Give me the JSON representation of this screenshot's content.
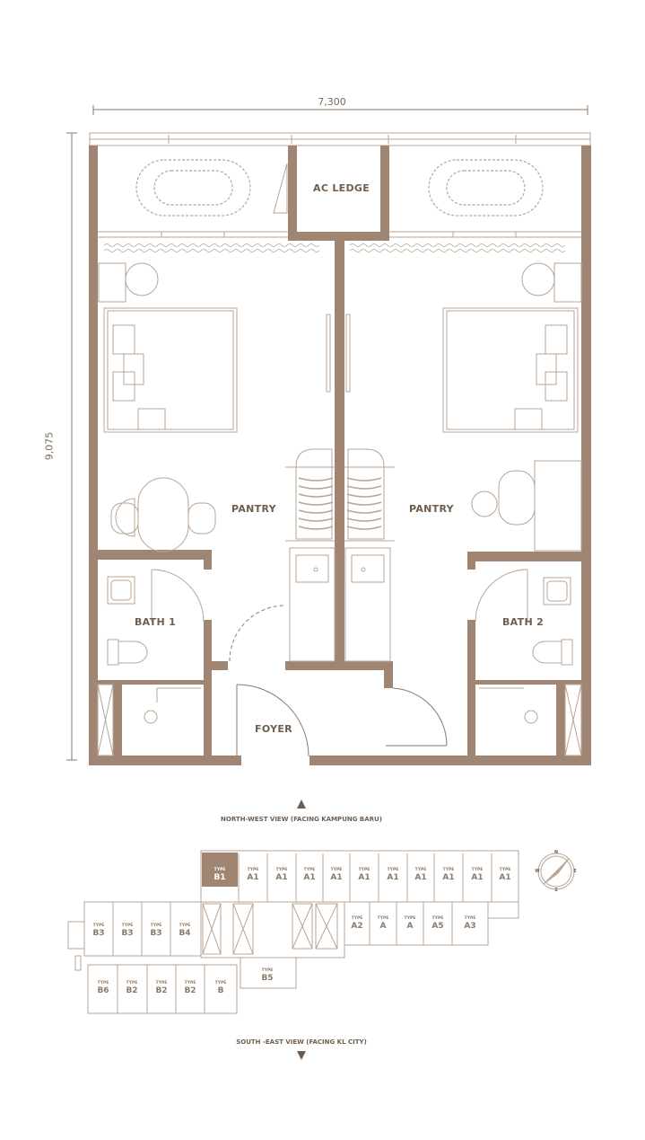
{
  "dimensions": {
    "width": "7,300",
    "depth": "9,075"
  },
  "rooms": {
    "ac_ledge": "AC LEDGE",
    "pantry_left": "PANTRY",
    "pantry_right": "PANTRY",
    "bath_1": "BATH 1",
    "bath_2": "BATH 2",
    "foyer": "FOYER"
  },
  "views": {
    "north": "NORTH-WEST VIEW (FACING KAMPUNG BARU)",
    "south": "SOUTH -EAST VIEW (FACING KL CITY)"
  },
  "compass": {
    "n": "N",
    "s": "S",
    "e": "E",
    "w": "W"
  },
  "keyplan": {
    "type_word": "TYPE",
    "row1": [
      "B1",
      "A1",
      "A1",
      "A1",
      "A1",
      "A1",
      "A1",
      "A1",
      "A1",
      "A1",
      "A1"
    ],
    "row2_left": [
      "B3",
      "B3",
      "B3",
      "B4"
    ],
    "row2_right": [
      "A2",
      "A",
      "A",
      "A5",
      "A3"
    ],
    "row3": [
      "B6",
      "B2",
      "B2",
      "B2",
      "B",
      "B5"
    ],
    "selected": "B1"
  },
  "colors": {
    "wall": "#a08672",
    "line": "#b8a594",
    "text": "#6f5e4e"
  }
}
